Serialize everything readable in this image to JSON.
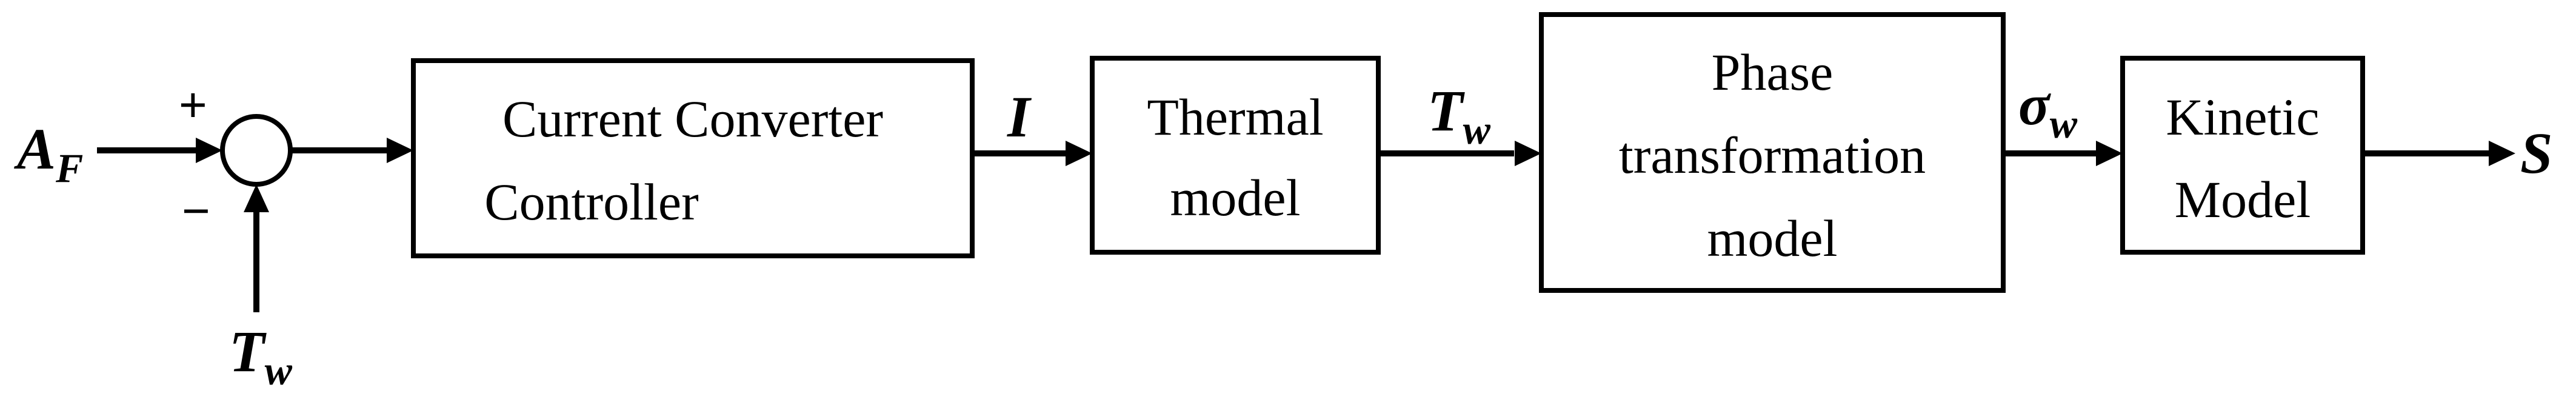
{
  "blocks": {
    "controller": [
      "Current Converter",
      "Controller"
    ],
    "thermal": [
      "Thermal",
      "model"
    ],
    "phase": [
      "Phase",
      "transformation",
      "model"
    ],
    "kinetic": [
      "Kinetic",
      "Model"
    ]
  },
  "signals": {
    "input": {
      "base": "A",
      "sub": "F"
    },
    "feedback": {
      "base": "T",
      "sub": "w"
    },
    "current": {
      "base": "I"
    },
    "temperature": {
      "base": "T",
      "sub": "w"
    },
    "stress": {
      "base": "σ",
      "sub": "w"
    },
    "output": {
      "base": "S"
    }
  },
  "summing_junction": {
    "plus": "+",
    "minus": "−"
  }
}
